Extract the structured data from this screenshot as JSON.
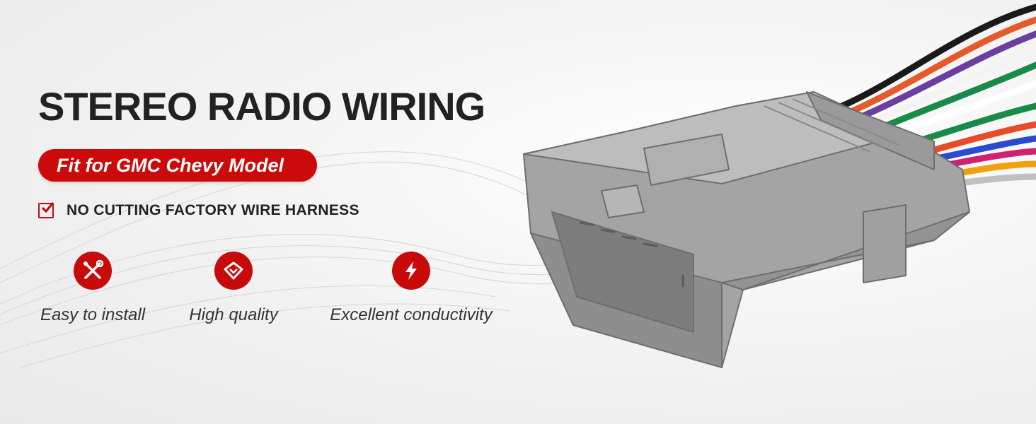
{
  "banner": {
    "title": "STEREO RADIO WIRING",
    "subtitle": "Fit for GMC Chevy Model",
    "feature": "NO CUTTING FACTORY WIRE HARNESS",
    "badges": [
      {
        "label": "Easy to install",
        "icon": "tools-icon"
      },
      {
        "label": "High quality",
        "icon": "diamond-icon"
      },
      {
        "label": "Excellent conductivity",
        "icon": "lightning-icon"
      }
    ]
  },
  "colors": {
    "accent": "#cc0a0a",
    "text": "#222222",
    "connector": "#9c9c9c"
  }
}
